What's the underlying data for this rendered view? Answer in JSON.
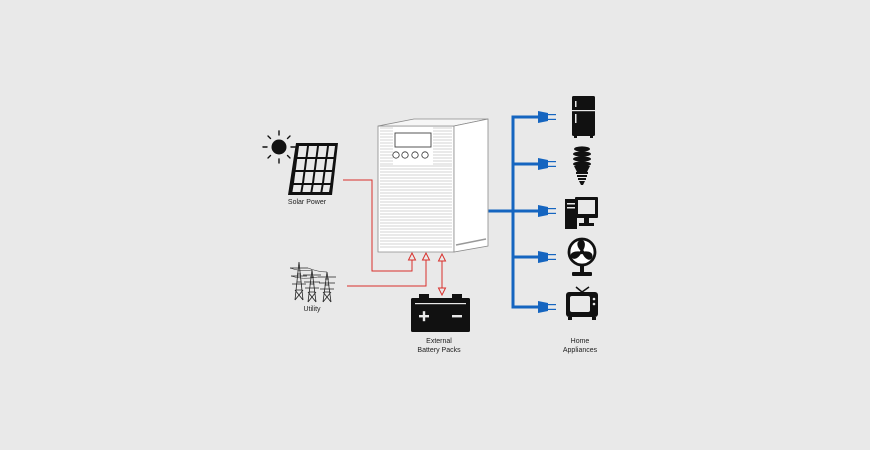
{
  "labels": {
    "solar": "Solar Power",
    "utility": "Utility",
    "battery_line1": "External",
    "battery_line2": "Battery Packs",
    "appliances_line1": "Home",
    "appliances_line2": "Appliances"
  },
  "colors": {
    "background": "#e9e9e9",
    "ac_input_line": "#d9302c",
    "output_bus": "#1565c0",
    "icon": "#111111"
  },
  "icons": [
    "sun-icon",
    "solar-panel-icon",
    "utility-tower-icon",
    "inverter-ups-unit",
    "car-battery-icon",
    "refrigerator-icon",
    "cfl-bulb-icon",
    "desktop-computer-icon",
    "fan-icon",
    "tv-icon"
  ]
}
